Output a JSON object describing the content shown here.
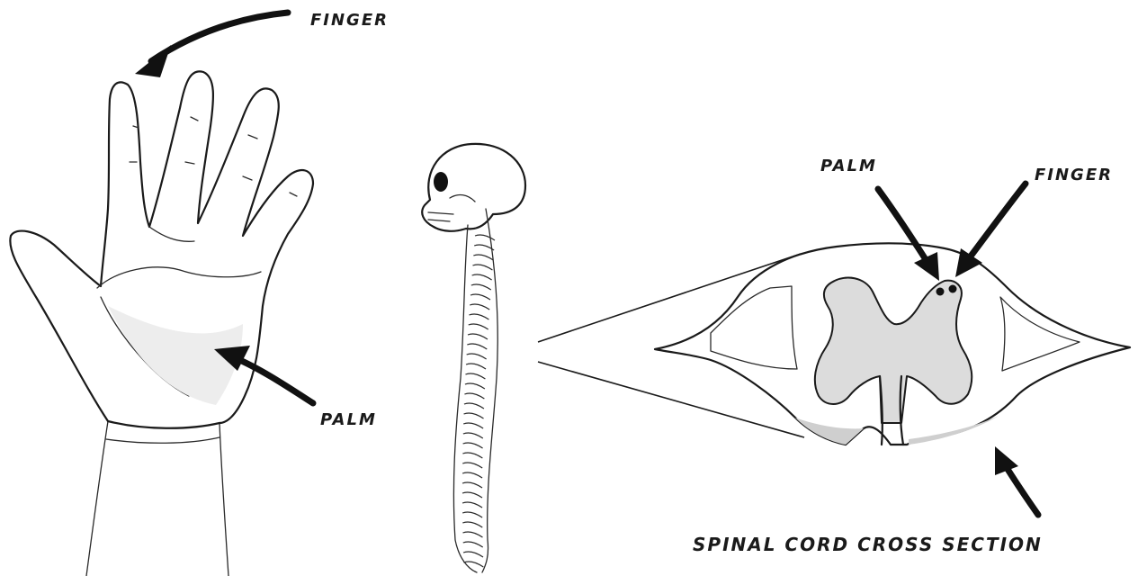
{
  "labels": {
    "hand_finger": "FINGER",
    "hand_palm": "PALM",
    "cord_palm": "PALM",
    "cord_finger": "FINGER",
    "cord_caption": "SPINAL CORD CROSS SECTION"
  },
  "colors": {
    "ink": "#1a1a1a",
    "shading": "#dcdcdc",
    "background": "#ffffff"
  }
}
